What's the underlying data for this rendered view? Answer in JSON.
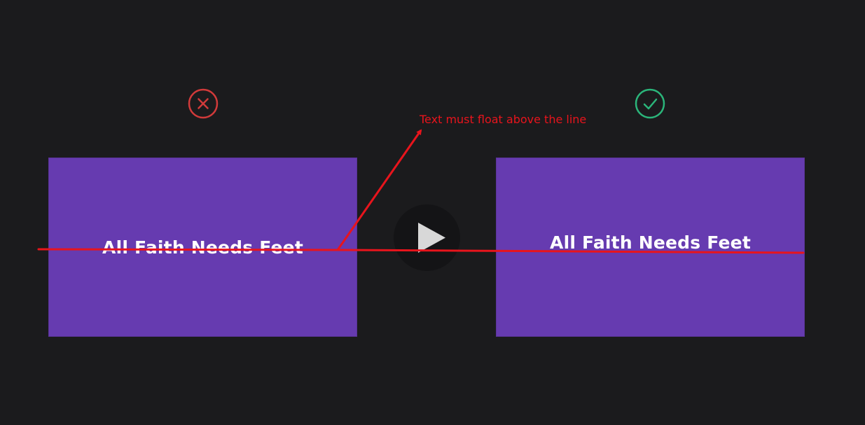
{
  "comparison": {
    "wrong_marker": {
      "icon": "x-circle-icon",
      "color": "#d13a3a"
    },
    "right_marker": {
      "icon": "check-circle-icon",
      "color": "#2bb57a"
    },
    "slide_left": {
      "title": "All Faith Needs Feet"
    },
    "slide_right": {
      "title": "All Faith Needs Feet"
    },
    "slide_color": "#663bb0"
  },
  "player": {
    "play_icon": "play-icon"
  },
  "annotation": {
    "text": "Text must float above the line",
    "color": "#e8141c"
  }
}
